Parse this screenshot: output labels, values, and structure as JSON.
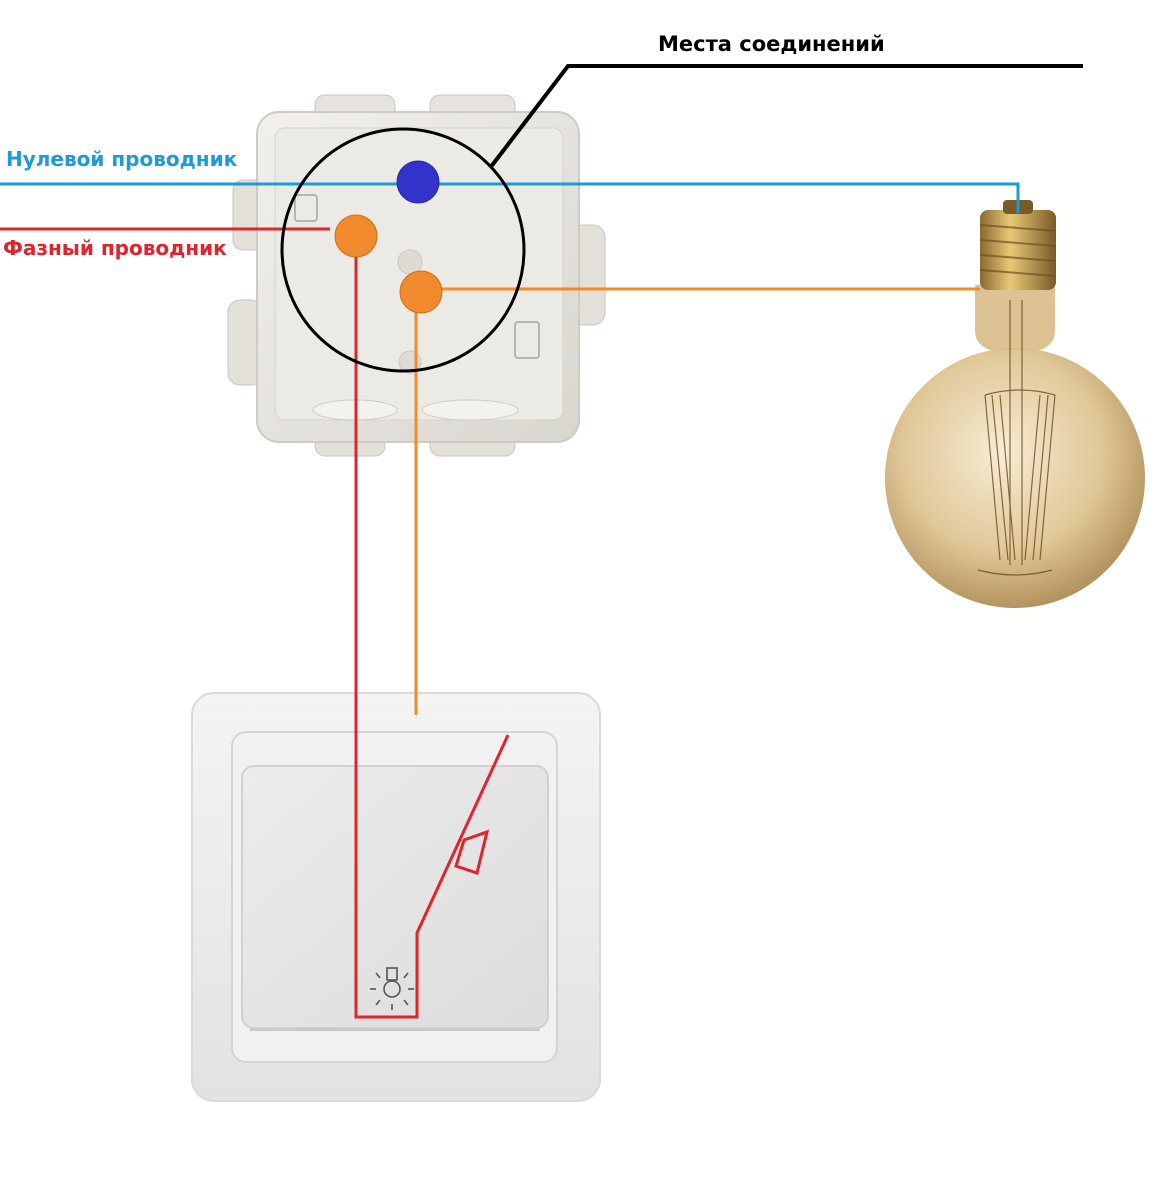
{
  "labels": {
    "connection_points": "Места соединений",
    "neutral_conductor": "Нулевой проводник",
    "phase_conductor": "Фазный проводник"
  },
  "colors": {
    "neutral": "#1e9ad6",
    "phase": "#e0242b",
    "switched": "#f08a2c",
    "neutral_node": "#3333cc",
    "callout": "#000000"
  },
  "icons": {
    "junction_box": "junction-box-icon",
    "bulb": "edison-bulb-icon",
    "switch": "wall-switch-icon",
    "switch_lamp_symbol": "light-bulb-symbol-icon"
  }
}
